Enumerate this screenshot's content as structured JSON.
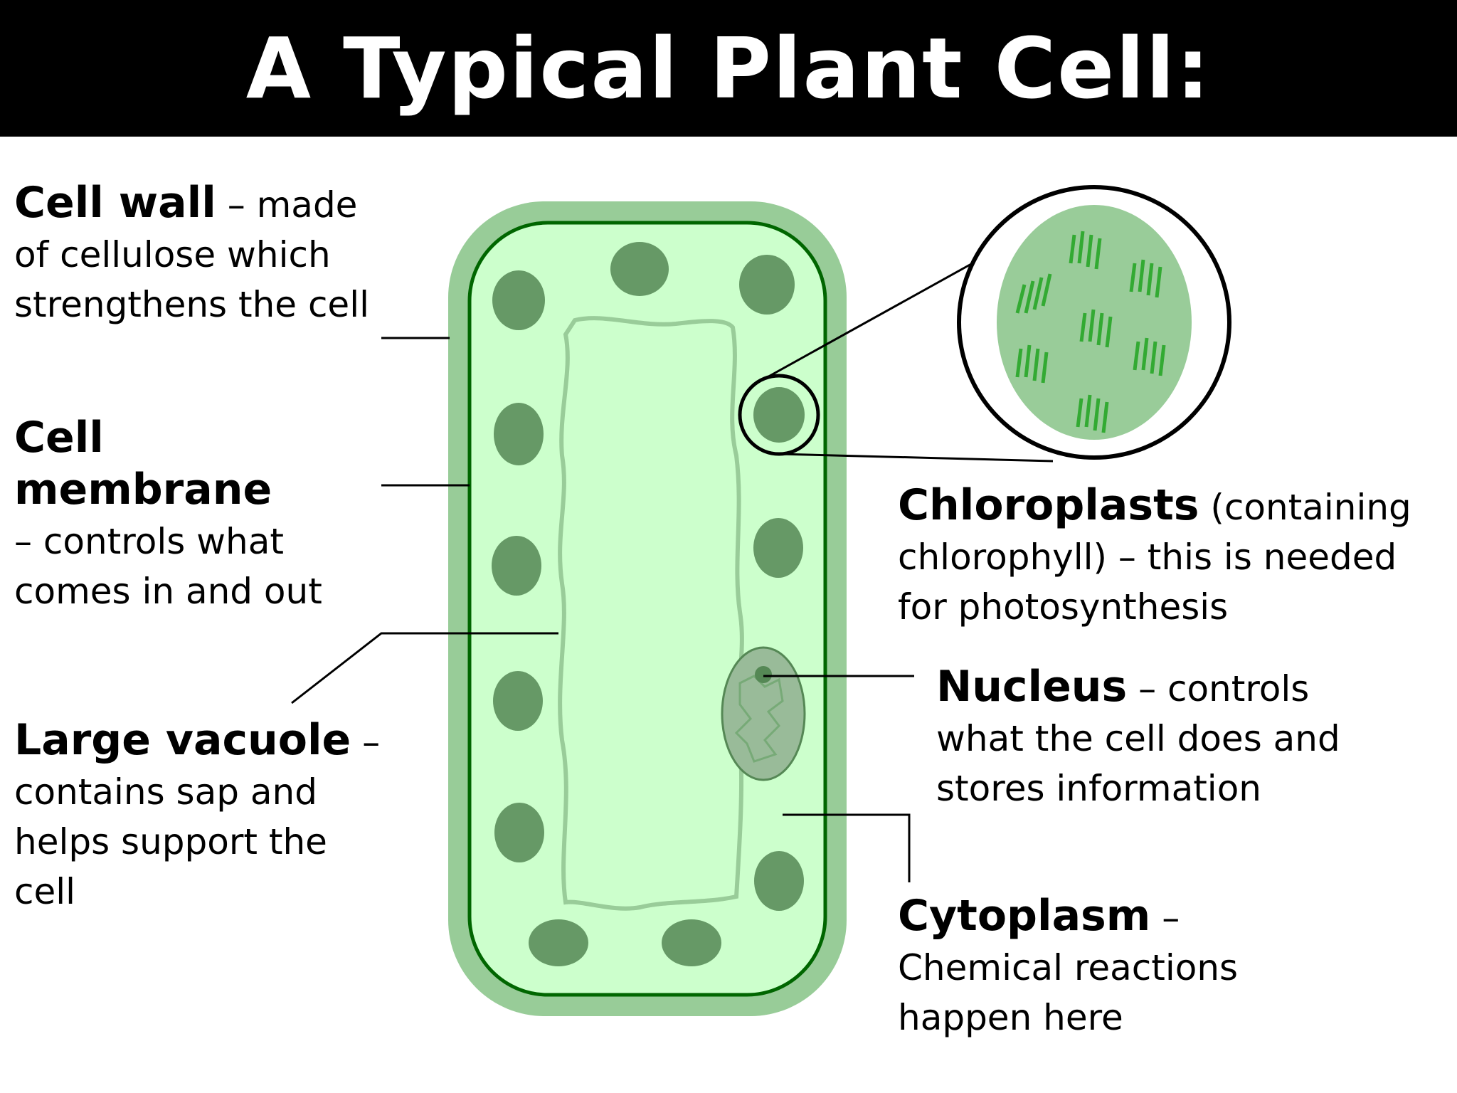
{
  "title": "A Typical Plant Cell:",
  "labels": {
    "cell_wall": {
      "term": "Cell wall",
      "desc": " – made of cellulose which strengthens the cell"
    },
    "cell_membrane": {
      "term": "Cell membrane",
      "desc": "– controls what comes in and out"
    },
    "large_vacuole": {
      "term": "Large vacuole",
      "desc": " – contains sap and helps support the cell"
    },
    "chloroplasts": {
      "term": "Chloroplasts",
      "desc": " (containing chlorophyll) – this is needed for photosynthesis"
    },
    "nucleus": {
      "term": "Nucleus",
      "desc": " – controls what the cell does and stores information"
    },
    "cytoplasm": {
      "term": "Cytoplasm",
      "desc": " – Chemical reactions happen here"
    }
  },
  "colors": {
    "cell_wall": "#98cc98",
    "cytoplasm": "#ccffcc",
    "membrane": "#006600",
    "vacuole_border": "#99cc99",
    "chloroplast": "#669966",
    "nucleus": "#99bb99",
    "thylakoid": "#33aa33"
  }
}
